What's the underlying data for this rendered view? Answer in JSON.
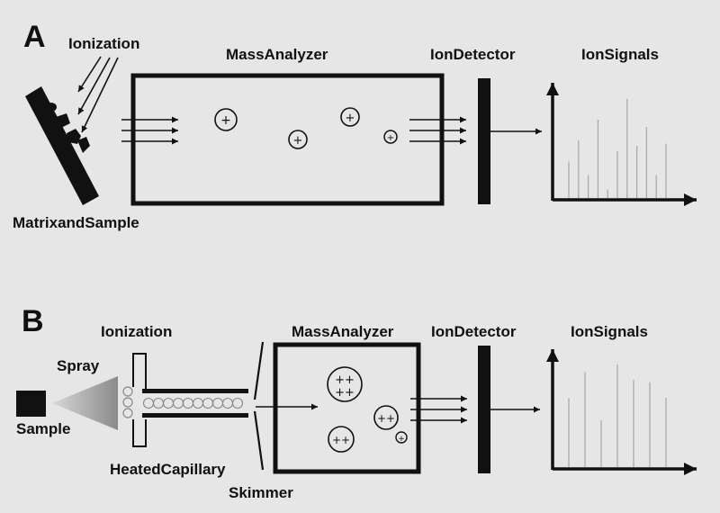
{
  "colors": {
    "background": "#e6e6e6",
    "ink": "#111111",
    "peak": "#aaaaaa",
    "spray_light": "#d0d0d0",
    "spray_dark": "#8a8a8a"
  },
  "panel_a": {
    "letter": "A",
    "ionization": "Ionization",
    "mass_analyzer": "MassAnalyzer",
    "ion_detector": "IonDetector",
    "ion_signals": "IonSignals",
    "matrix_and_sample": "MatrixandSample",
    "ions": [
      "+",
      "+",
      "+",
      "+"
    ],
    "spectrum_peaks": [
      0.35,
      0.55,
      0.22,
      0.75,
      0.08,
      0.45,
      0.95,
      0.5,
      0.68,
      0.22,
      0.52
    ]
  },
  "panel_b": {
    "letter": "B",
    "ionization": "Ionization",
    "spray": "Spray",
    "sample": "Sample",
    "heated_capillary": "HeatedCapillary",
    "skimmer": "Skimmer",
    "mass_analyzer": "MassAnalyzer",
    "ion_detector": "IonDetector",
    "ion_signals": "IonSignals",
    "ions": [
      {
        "top": "++",
        "bottom": "++"
      },
      {
        "top": "++",
        "bottom": ""
      },
      {
        "top": "++",
        "bottom": ""
      },
      {
        "top": "+",
        "bottom": ""
      }
    ],
    "spectrum_peaks": [
      0.62,
      0.85,
      0.42,
      0.92,
      0.78,
      0.76,
      0.62
    ]
  }
}
